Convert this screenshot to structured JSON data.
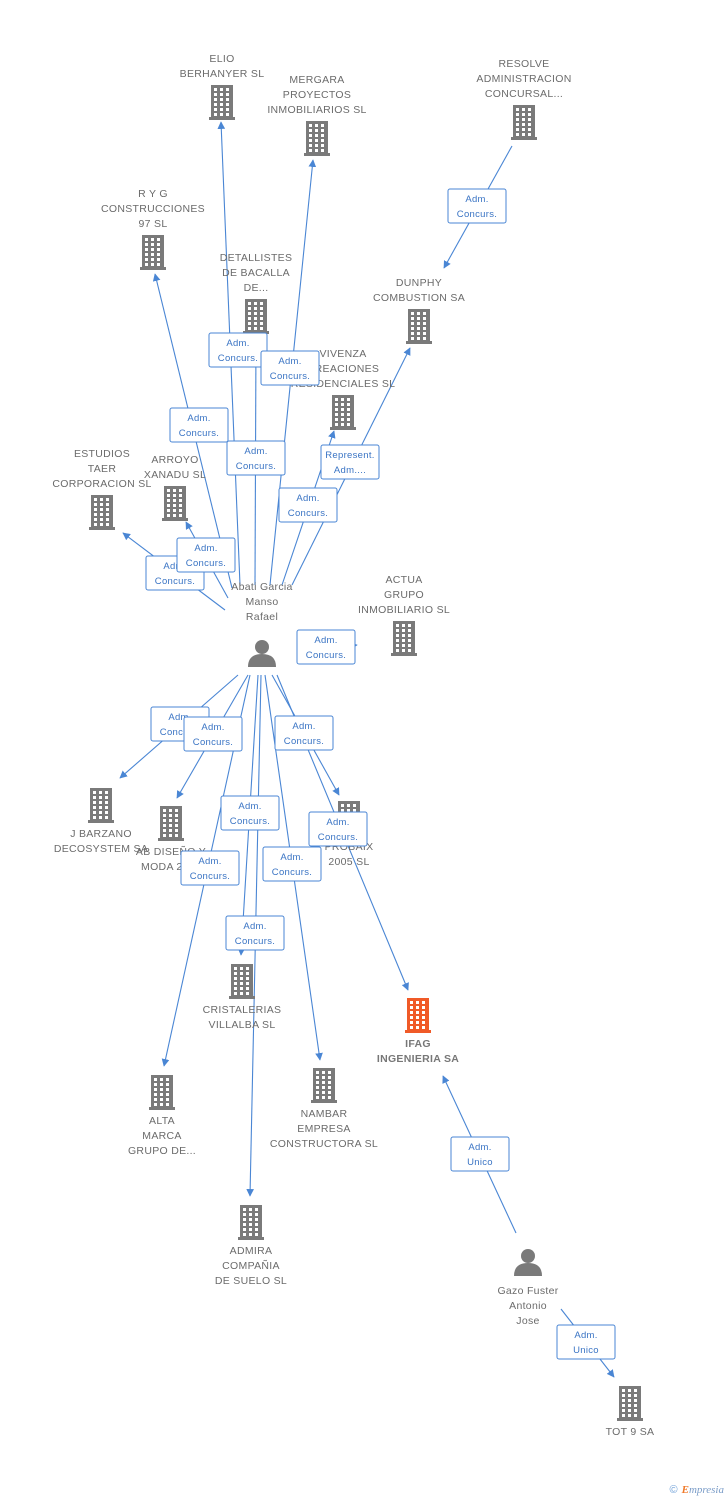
{
  "colors": {
    "edge": "#4a86d4",
    "building": "#7a7a7a",
    "focus": "#f05a28",
    "person": "#7a7a7a"
  },
  "nodes": [
    {
      "id": "elio",
      "type": "company",
      "lines": [
        "ELIO",
        "BERHANYER SL"
      ]
    },
    {
      "id": "mergara",
      "type": "company",
      "lines": [
        "MERGARA",
        "PROYECTOS",
        "INMOBILIARIOS SL"
      ]
    },
    {
      "id": "resolve",
      "type": "company",
      "lines": [
        "RESOLVE",
        "ADMINISTRACION",
        "CONCURSAL..."
      ]
    },
    {
      "id": "ryg",
      "type": "company",
      "lines": [
        "R Y G",
        "CONSTRUCCIONES",
        "97 SL"
      ]
    },
    {
      "id": "detallistes",
      "type": "company",
      "lines": [
        "DETALLISTES",
        "DE BACALLA",
        "DE..."
      ]
    },
    {
      "id": "dunphy",
      "type": "company",
      "lines": [
        "DUNPHY",
        "COMBUSTION SA"
      ]
    },
    {
      "id": "vivenza",
      "type": "company",
      "lines": [
        "VIVENZA",
        "CREACIONES",
        "RESIDENCIALES SL"
      ]
    },
    {
      "id": "estudios",
      "type": "company",
      "lines": [
        "ESTUDIOS",
        "TAER",
        "CORPORACION SL"
      ]
    },
    {
      "id": "arroyo",
      "type": "company",
      "lines": [
        "ARROYO",
        "XANADU SL"
      ]
    },
    {
      "id": "actua",
      "type": "company",
      "lines": [
        "ACTUA",
        "GRUPO",
        "INMOBILIARIO SL"
      ]
    },
    {
      "id": "abati",
      "type": "person",
      "lines": [
        "Abati Garcia",
        "Manso",
        "Rafael"
      ]
    },
    {
      "id": "jbarzano",
      "type": "company",
      "lines": [
        "J BARZANO",
        "DECOSYSTEM SA"
      ]
    },
    {
      "id": "abdiseno",
      "type": "company",
      "lines": [
        "AB DISEÑO Y",
        "MODA 2000"
      ]
    },
    {
      "id": "probaix",
      "type": "company",
      "lines": [
        "PROBAIX",
        "2005 SL"
      ]
    },
    {
      "id": "cristalerias",
      "type": "company",
      "lines": [
        "CRISTALERIAS",
        "VILLALBA SL"
      ]
    },
    {
      "id": "ifag",
      "type": "focus",
      "lines": [
        "IFAG",
        "INGENIERIA SA"
      ]
    },
    {
      "id": "alta",
      "type": "company",
      "lines": [
        "ALTA",
        "MARCA",
        "GRUPO DE..."
      ]
    },
    {
      "id": "nambar",
      "type": "company",
      "lines": [
        "NAMBAR",
        "EMPRESA",
        "CONSTRUCTORA SL"
      ]
    },
    {
      "id": "admira",
      "type": "company",
      "lines": [
        "ADMIRA",
        "COMPAÑIA",
        "DE SUELO SL"
      ]
    },
    {
      "id": "gazo",
      "type": "person",
      "lines": [
        "Gazo Fuster",
        "Antonio",
        "Jose"
      ]
    },
    {
      "id": "tot9",
      "type": "company",
      "lines": [
        "TOT 9 SA"
      ]
    }
  ],
  "edges": [
    {
      "from": "resolve",
      "to": "dunphy",
      "label": [
        "Adm.",
        "Concurs."
      ]
    },
    {
      "from": "abati",
      "to": "elio",
      "label": [
        "Adm.",
        "Concurs."
      ]
    },
    {
      "from": "abati",
      "to": "mergara",
      "label": [
        "Adm.",
        "Concurs."
      ]
    },
    {
      "from": "abati",
      "to": "ryg",
      "label": [
        "Adm.",
        "Concurs."
      ]
    },
    {
      "from": "abati",
      "to": "detallistes",
      "label": [
        "Adm.",
        "Concurs."
      ]
    },
    {
      "from": "abati",
      "to": "dunphy",
      "label": [
        "Represent.",
        "Adm...."
      ]
    },
    {
      "from": "abati",
      "to": "vivenza",
      "label": [
        "Adm.",
        "Concurs."
      ]
    },
    {
      "from": "abati",
      "to": "estudios",
      "label": [
        "Adm.",
        "Concurs."
      ]
    },
    {
      "from": "abati",
      "to": "arroyo",
      "label": [
        "Adm.",
        "Concurs."
      ]
    },
    {
      "from": "abati",
      "to": "actua",
      "label": [
        "Adm.",
        "Concurs."
      ]
    },
    {
      "from": "abati",
      "to": "jbarzano",
      "label": [
        "Adm.",
        "Concurs."
      ]
    },
    {
      "from": "abati",
      "to": "abdiseno",
      "label": [
        "Adm.",
        "Concurs."
      ]
    },
    {
      "from": "abati",
      "to": "probaix",
      "label": [
        "Adm.",
        "Concurs."
      ]
    },
    {
      "from": "abati",
      "to": "ifag",
      "label": [
        "Adm.",
        "Concurs."
      ]
    },
    {
      "from": "abati",
      "to": "cristalerias",
      "label": [
        "Adm.",
        "Concurs."
      ]
    },
    {
      "from": "abati",
      "to": "alta",
      "label": [
        "Adm.",
        "Concurs."
      ]
    },
    {
      "from": "abati",
      "to": "nambar",
      "label": [
        "Adm.",
        "Concurs."
      ]
    },
    {
      "from": "abati",
      "to": "admira",
      "label": [
        "Adm.",
        "Concurs."
      ]
    },
    {
      "from": "gazo",
      "to": "ifag",
      "label": [
        "Adm.",
        "Unico"
      ]
    },
    {
      "from": "gazo",
      "to": "tot9",
      "label": [
        "Adm.",
        "Unico"
      ]
    }
  ],
  "footer": {
    "copyright": "©",
    "brand_initial": "E",
    "brand_rest": "mpresia"
  }
}
